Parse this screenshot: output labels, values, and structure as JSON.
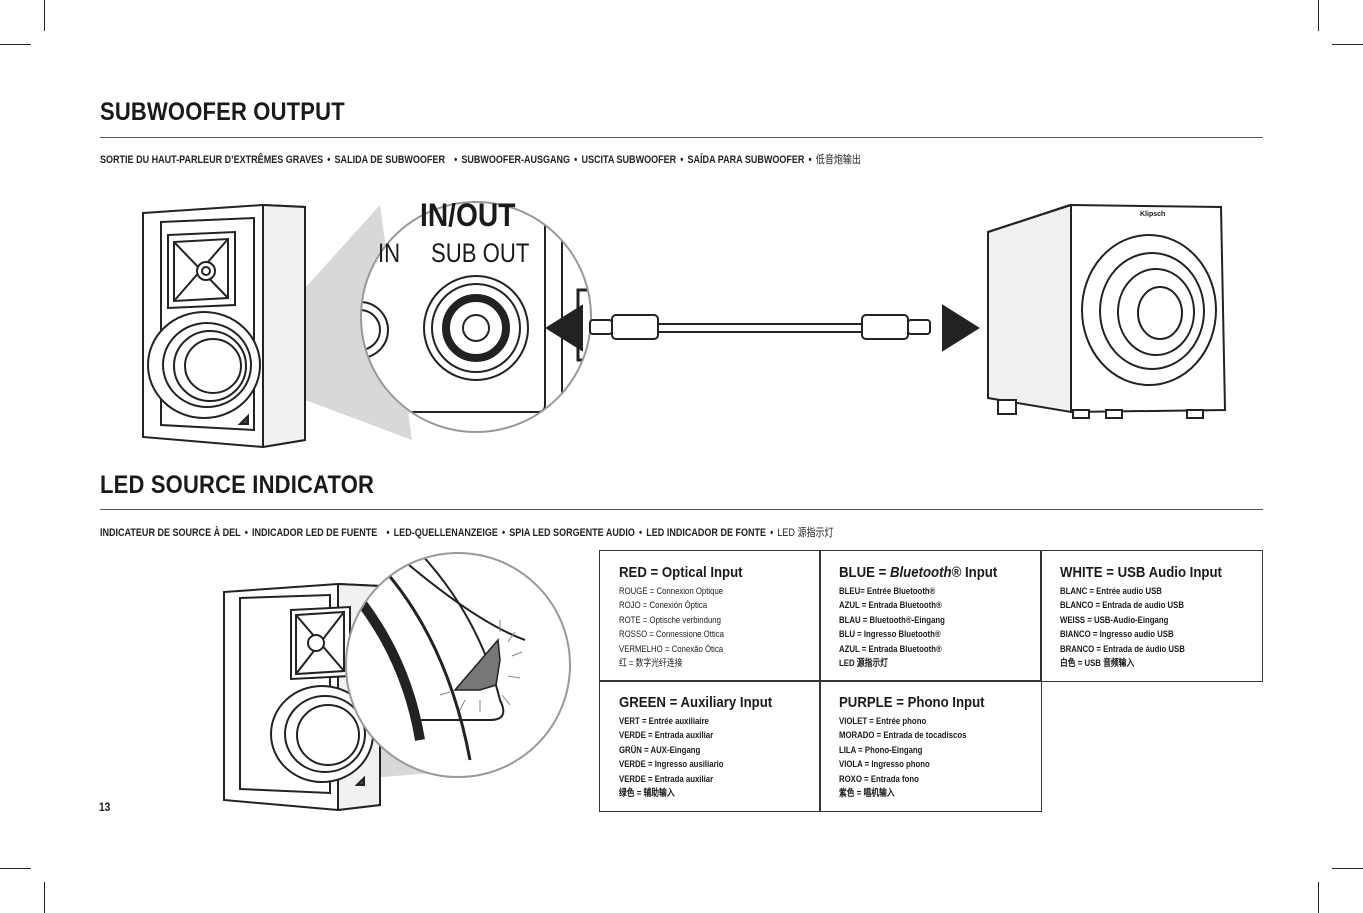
{
  "page_number": "13",
  "subwoofer": {
    "title": "SUBWOOFER OUTPUT",
    "translations": [
      "SORTIE DU HAUT-PARLEUR D’EXTRÊMES GRAVES",
      "SALIDA DE SUBWOOFER",
      "SUBWOOFER-AUSGANG",
      "USCITA SUBWOOFER",
      "SAÍDA PARA SUBWOOFER",
      "低音炮输出"
    ],
    "panel_heading": "IN/OUT",
    "panel_in": "IN",
    "panel_sub_out": "SUB OUT",
    "brand": "Klipsch"
  },
  "led": {
    "title": "LED SOURCE INDICATOR",
    "translations": [
      "INDICATEUR DE SOURCE À DEL",
      "INDICADOR LED DE FUENTE",
      "LED-QUELLENANZEIGE",
      "SPIA LED SORGENTE AUDIO",
      "LED INDICADOR DE FONTE",
      "LED 源指示灯"
    ],
    "cells": [
      {
        "title": "RED = Optical Input",
        "bold": false,
        "lines": [
          "ROUGE = Connexion Optique",
          "ROJO = Conexión Óptica",
          "ROTE = Optische verbindung",
          "ROSSO = Connessione Ottica",
          "VERMELHO = Conexão Ótica",
          "红 = 数字光纤连接"
        ]
      },
      {
        "title_pre": "BLUE = ",
        "title_it": "Bluetooth",
        "title_post": "® Input",
        "bold": true,
        "lines": [
          "BLEU= Entrée Bluetooth®",
          "AZUL = Entrada Bluetooth®",
          "BLAU = Bluetooth®-Eingang",
          "BLU = Ingresso Bluetooth®",
          "AZUL = Entrada Bluetooth®",
          "LED 源指示灯"
        ]
      },
      {
        "title": "WHITE = USB Audio Input",
        "bold": true,
        "lines": [
          "BLANC = Entrée audio USB",
          "BLANCO = Entrada de audio USB",
          "WEISS = USB-Audio-Eingang",
          "BIANCO = Ingresso audio USB",
          "BRANCO = Entrada de áudio USB",
          "白色 = USB 音频输入"
        ]
      },
      {
        "title": "GREEN = Auxiliary Input",
        "bold": true,
        "lines": [
          "VERT = Entrée auxiliaire",
          "VERDE = Entrada  auxiliar",
          "GRÜN = AUX-Eingang",
          "VERDE = Ingresso ausiliario",
          "VERDE = Entrada auxiliar",
          "绿色 = 辅助输入"
        ]
      },
      {
        "title": "PURPLE = Phono Input",
        "bold": true,
        "lines": [
          "VIOLET = Entrée phono",
          "MORADO = Entrada  de tocadiscos",
          "LILA = Phono-Eingang",
          "VIOLA = Ingresso phono",
          "ROXO = Entrada fono",
          "紫色 = 唱机输入"
        ]
      }
    ]
  }
}
